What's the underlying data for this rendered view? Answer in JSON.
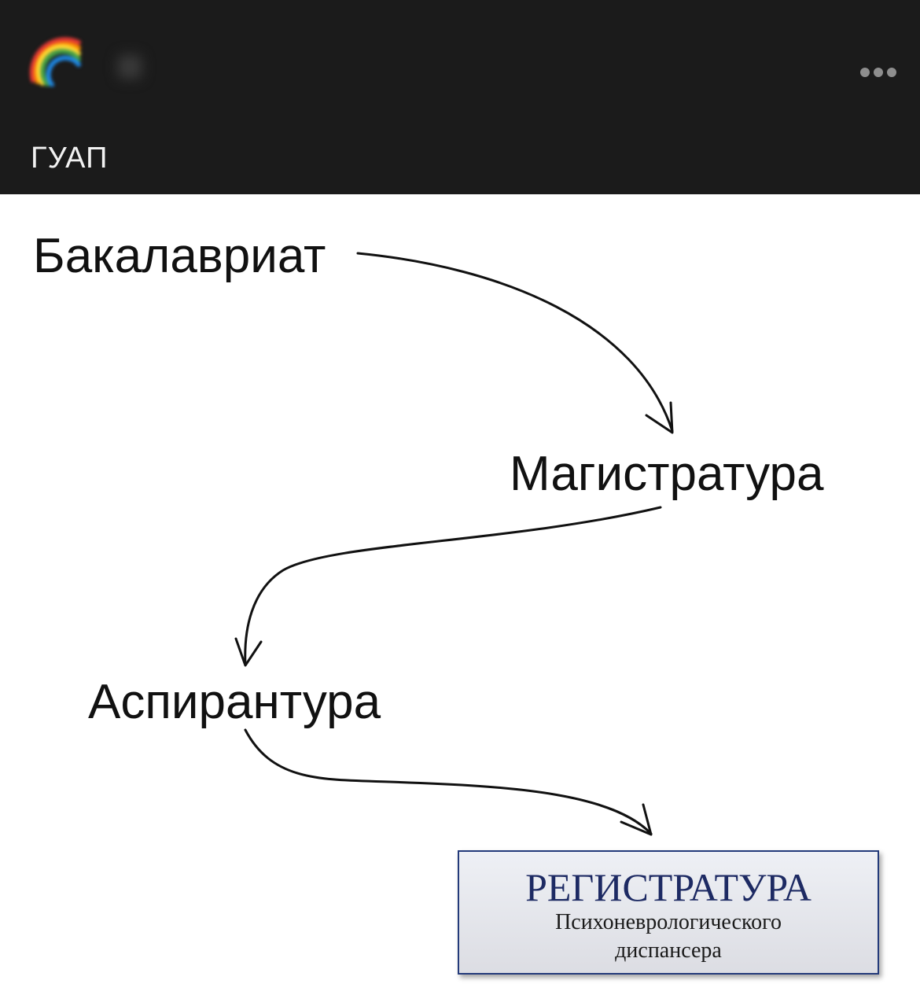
{
  "header": {
    "channel_title": "ГУАП",
    "avatar_icon": "rainbow-icon",
    "more_icon": "more-dots-icon"
  },
  "meme": {
    "steps": [
      "Бакалавриат",
      "Магистратура",
      "Аспирантура"
    ],
    "sign": {
      "title": "РЕГИСТРАТУРА",
      "subtitle_line1": "Психоневрологического",
      "subtitle_line2": "диспансера"
    }
  }
}
